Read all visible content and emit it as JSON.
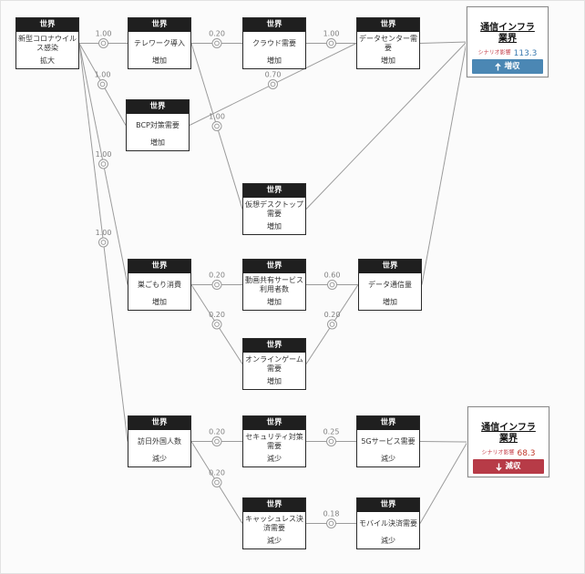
{
  "diagram": {
    "nodes": [
      {
        "category": "世界",
        "label": "新型コロナウイルス感染",
        "status": "拡大"
      },
      {
        "category": "世界",
        "label": "テレワーク導入",
        "status": "増加"
      },
      {
        "category": "世界",
        "label": "クラウド需要",
        "status": "増加"
      },
      {
        "category": "世界",
        "label": "データセンター需要",
        "status": "増加"
      },
      {
        "category": "世界",
        "label": "BCP対策需要",
        "status": "増加"
      },
      {
        "category": "世界",
        "label": "仮想デスクトップ需要",
        "status": "増加"
      },
      {
        "category": "世界",
        "label": "巣ごもり消費",
        "status": "増加"
      },
      {
        "category": "世界",
        "label": "動画共有サービス利用者数",
        "status": "増加"
      },
      {
        "category": "世界",
        "label": "データ通信量",
        "status": "増加"
      },
      {
        "category": "世界",
        "label": "オンラインゲーム需要",
        "status": "増加"
      },
      {
        "category": "世界",
        "label": "訪日外国人数",
        "status": "減少"
      },
      {
        "category": "世界",
        "label": "セキュリティ対策需要",
        "status": "減少"
      },
      {
        "category": "世界",
        "label": "5Gサービス需要",
        "status": "減少"
      },
      {
        "category": "世界",
        "label": "キャッシュレス決済需要",
        "status": "減少"
      },
      {
        "category": "世界",
        "label": "モバイル決済需要",
        "status": "減少"
      }
    ],
    "edges": [
      {
        "from": 0,
        "to": 1,
        "weight": "1.00"
      },
      {
        "from": 0,
        "to": 4,
        "weight": "1.00"
      },
      {
        "from": 0,
        "to": 6,
        "weight": "1.00"
      },
      {
        "from": 0,
        "to": 10,
        "weight": "1.00"
      },
      {
        "from": 1,
        "to": 2,
        "weight": "0.20"
      },
      {
        "from": 1,
        "to": 5,
        "weight": "1.00"
      },
      {
        "from": 2,
        "to": 3,
        "weight": "1.00"
      },
      {
        "from": 4,
        "to": 3,
        "weight": "0.70"
      },
      {
        "from": 6,
        "to": 7,
        "weight": "0.20"
      },
      {
        "from": 6,
        "to": 9,
        "weight": "0.20"
      },
      {
        "from": 7,
        "to": 8,
        "weight": "0.60"
      },
      {
        "from": 9,
        "to": 8,
        "weight": "0.20"
      },
      {
        "from": 10,
        "to": 11,
        "weight": "0.20"
      },
      {
        "from": 10,
        "to": 13,
        "weight": "0.20"
      },
      {
        "from": 11,
        "to": 12,
        "weight": "0.25"
      },
      {
        "from": 13,
        "to": 14,
        "weight": "0.18"
      }
    ],
    "result_links": [
      {
        "from": 3,
        "result": 0
      },
      {
        "from": 5,
        "result": 0
      },
      {
        "from": 8,
        "result": 0
      },
      {
        "from": 12,
        "result": 1
      },
      {
        "from": 14,
        "result": 1
      }
    ]
  },
  "results": [
    {
      "title": "通信インフラ業界",
      "impact_label": "シナリオ影響",
      "impact_value": "113.3",
      "impact_label_color": "#c5424d",
      "impact_value_color": "#3a7ab0",
      "badge": {
        "icon": "arrow-up",
        "label": "増収",
        "color": "#4b87b4"
      }
    },
    {
      "title": "通信インフラ業界",
      "impact_label": "シナリオ影響",
      "impact_value": "68.3",
      "impact_label_color": "#c5424d",
      "impact_value_color": "#c0392b",
      "badge": {
        "icon": "arrow-down",
        "label": "減収",
        "color": "#b73b47"
      }
    }
  ],
  "colors": {
    "edge": "#9b9b9b",
    "edge_label": "#7f7f7f"
  }
}
